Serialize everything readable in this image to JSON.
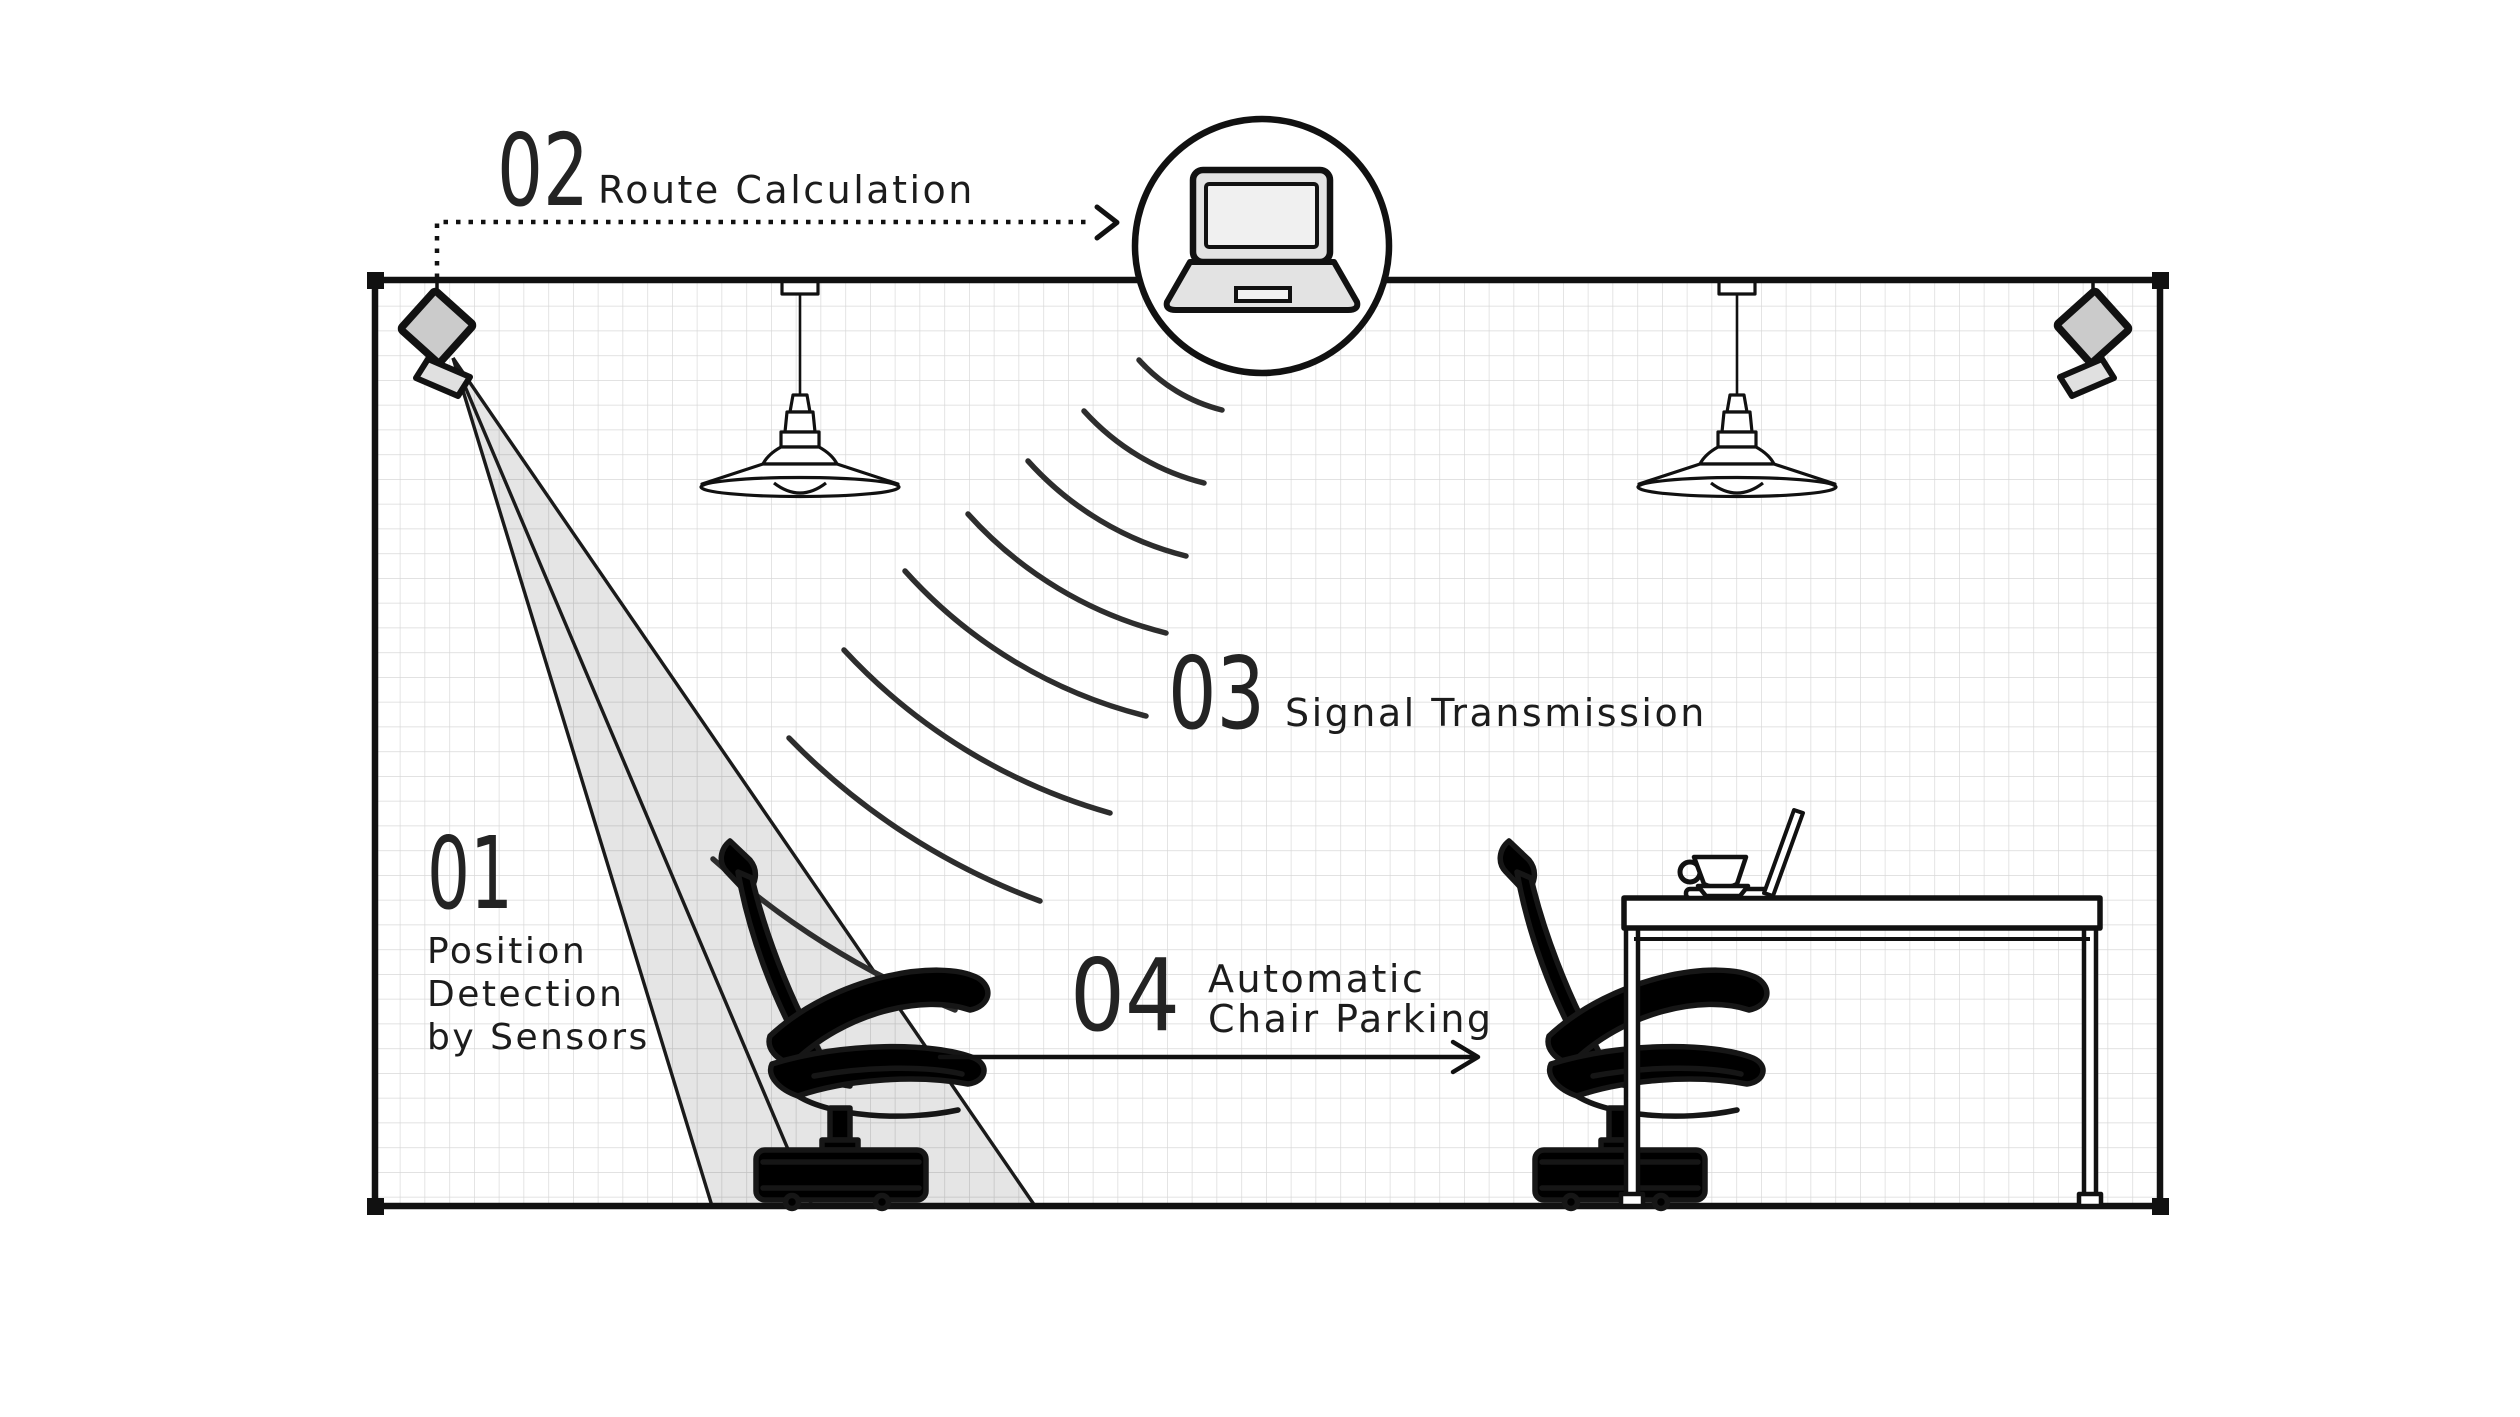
{
  "diagram": {
    "kind": "automatic-chair-parking-concept",
    "steps": [
      {
        "number": "01",
        "lines": [
          "Position",
          "Detection",
          "by Sensors"
        ]
      },
      {
        "number": "02",
        "label": "Route Calculation"
      },
      {
        "number": "03",
        "label": "Signal Transmission"
      },
      {
        "number": "04",
        "lines": [
          "Automatic",
          "Chair Parking"
        ]
      }
    ],
    "icons": [
      "sensor-icon",
      "pendant-lamp-icon",
      "laptop-icon",
      "office-chair-icon",
      "robot-base-icon",
      "desk-icon",
      "coffee-cup-icon",
      "signal-waves-icon",
      "dotted-route-arrow",
      "parking-arrow"
    ],
    "colors": {
      "outline": "#111111",
      "text": "#222222",
      "grid_line": "#d8d8d8",
      "cone_fill": "rgba(0,0,0,0.10)",
      "chair_fill": "#d4d4d4",
      "sensor_fill": "#cbcbcb",
      "screen_fill": "#e3e3e3",
      "wave_stroke": "#2d2d2d"
    }
  }
}
